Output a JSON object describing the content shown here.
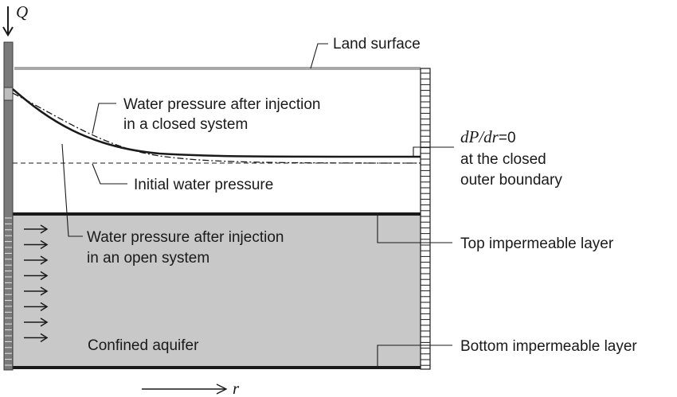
{
  "diagram": {
    "well_flow_symbol": "Q",
    "radial_axis_symbol": "r",
    "labels": {
      "land_surface": "Land surface",
      "closed_system_line1": "Water pressure after injection",
      "closed_system_line2": "in a closed system",
      "initial_pressure": "Initial water pressure",
      "open_system_line1": "Water pressure after injection",
      "open_system_line2": "in an open system",
      "boundary_condition_italic": "dP/dr",
      "boundary_condition_value": "=0",
      "boundary_line2": "at the closed",
      "boundary_line3": "outer boundary",
      "top_layer": "Top impermeable layer",
      "aquifer": "Confined aquifer",
      "bottom_layer": "Bottom impermeable layer"
    },
    "colors": {
      "aquifer_fill": "#c8c8c8",
      "land_surface_line": "#a8a8a8",
      "well_casing": "#7a7a7a",
      "ink": "#1a1a1a"
    }
  }
}
